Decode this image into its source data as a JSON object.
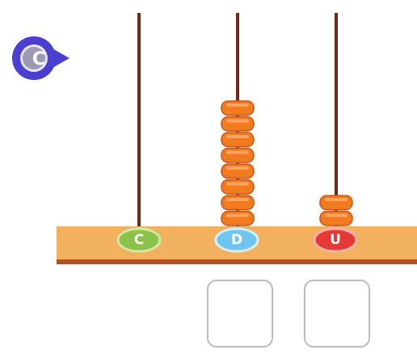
{
  "option": {
    "letter": "C",
    "color": "#4b3fd1"
  },
  "abacus": {
    "columns": [
      {
        "label": "C",
        "bead_count": 0,
        "label_color": "#8bc34a"
      },
      {
        "label": "D",
        "bead_count": 8,
        "label_color": "#6ec6f0"
      },
      {
        "label": "U",
        "bead_count": 2,
        "label_color": "#e53935"
      }
    ],
    "bead_color": "#f27a1f",
    "rod_color": "#6b2a1a",
    "base_color": "#f2b15e"
  },
  "answers": {
    "tens_value": "",
    "units_value": ""
  }
}
